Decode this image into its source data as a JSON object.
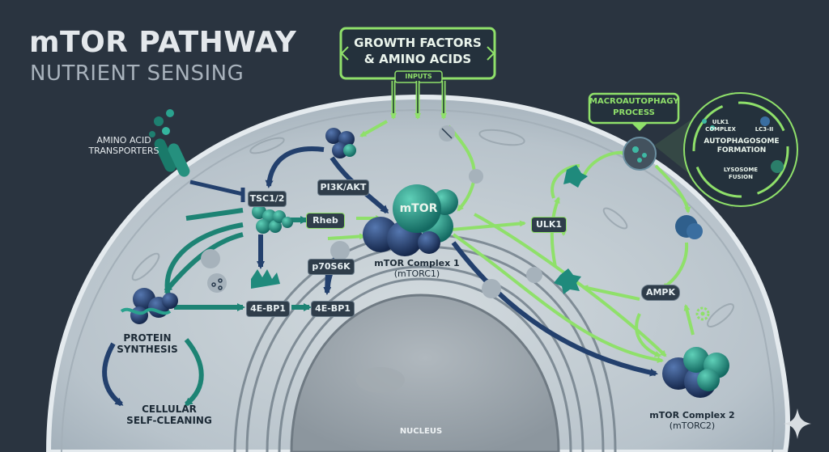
{
  "header": {
    "title": "mTOR PATHWAY",
    "subtitle": "NUTRIENT SENSING"
  },
  "inputs_box": {
    "label_line1": "GROWTH FACTORS",
    "label_line2": "& AMINO ACIDS",
    "tag": "INPUTS"
  },
  "autophagy_box": {
    "label_line1": "MACROAUTOPHAGY",
    "label_line2": "PROCESS"
  },
  "autophagy_detail": {
    "ulk1_line1": "ULK1",
    "ulk1_line2": "COMPLEX",
    "lc3": "LC3-II",
    "formation_line1": "AUTOPHAGOSOME",
    "formation_line2": "FORMATION",
    "fusion_line1": "LYSOSOME",
    "fusion_line2": "FUSION"
  },
  "labels": {
    "amino_transporters_line1": "AMINO ACID",
    "amino_transporters_line2": "TRANSPORTERS",
    "tsc": "TSC1/2",
    "pi3k": "PI3K/AKT",
    "rheb": "Rheb",
    "mtor": "mTOR",
    "mtorc1_line1": "mTOR Complex 1",
    "mtorc1_line2": "(mTORC1)",
    "p70": "p70S6K",
    "ebp_left": "4E-BP1",
    "ebp_right": "4E-BP1",
    "ulk1": "ULK1",
    "ampk": "AMPK",
    "protein_line1": "PROTEIN",
    "protein_line2": "SYNTHESIS",
    "cleaning_line1": "CELLULAR",
    "cleaning_line2": "SELF-CLEANING",
    "nucleus": "NUCLEUS",
    "mtorc2_line1": "mTOR Complex 2",
    "mtorc2_line2": "(mTORC2)"
  },
  "icons": [
    "growth-factor-cluster-icon",
    "rheb-cluster-icon",
    "mtor-complex-icon",
    "ulk1-complex-icon",
    "ampk-icon",
    "sparkle-icon",
    "gear-icon",
    "share-icon"
  ],
  "colors": {
    "background": "#2a3440",
    "cell": "#b9c4cc",
    "activate_green": "#8fe06a",
    "teal": "#1f8a7c",
    "navy": "#1f3a66"
  }
}
